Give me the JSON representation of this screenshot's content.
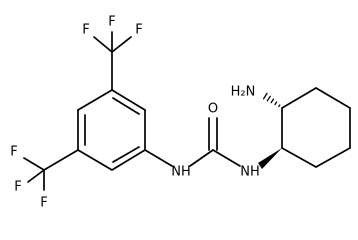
{
  "molecule": {
    "atoms": {
      "f_tl": "F",
      "f_tt": "F",
      "f_tr": "F",
      "f_bl": "F",
      "f_bb_left": "F",
      "f_bb": "F",
      "nh_left": "NH",
      "o": "O",
      "nh_right": "NH",
      "nh2": "H₂N"
    }
  }
}
